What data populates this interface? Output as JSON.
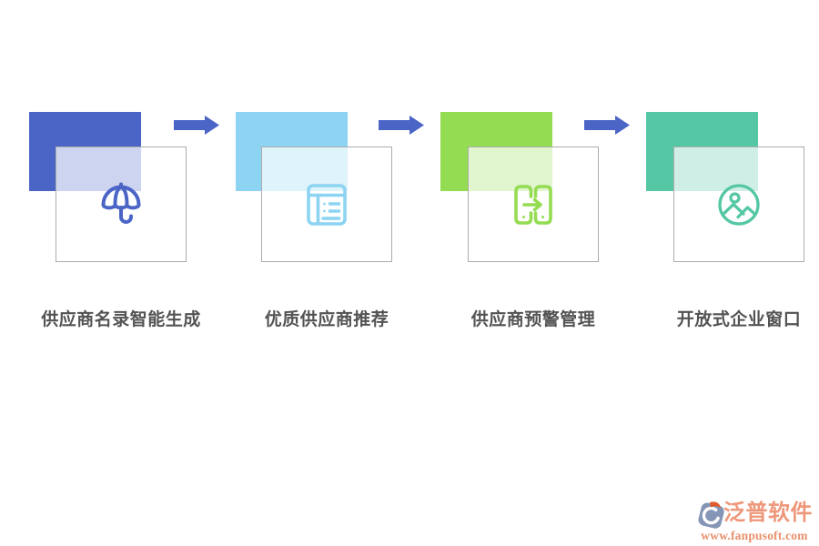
{
  "page": {
    "background": "#ffffff"
  },
  "diagram": {
    "features": [
      {
        "label": "供应商名录智能生成",
        "icon": "umbrella-icon",
        "accent": "#4b65c6"
      },
      {
        "label": "优质供应商推荐",
        "icon": "list-panel-icon",
        "accent": "#8cd4f1"
      },
      {
        "label": "供应商预警管理",
        "icon": "transfer-arrow-icon",
        "accent": "#94dc52"
      },
      {
        "label": "开放式企业窗口",
        "icon": "image-icon",
        "accent": "#55c7a4"
      }
    ],
    "arrow_color": "#4b65c6",
    "label_color": "#535353",
    "card_border_color": "#acacac"
  },
  "watermark": {
    "logo": "fanpu-logo",
    "brand": "泛普软件",
    "url": "www.fanpusoft.com",
    "brand_color": "#ee977a",
    "url_color": "#e8906c",
    "logo_slate_color": "#8495b5",
    "logo_flame_color": "#df5b2b"
  }
}
